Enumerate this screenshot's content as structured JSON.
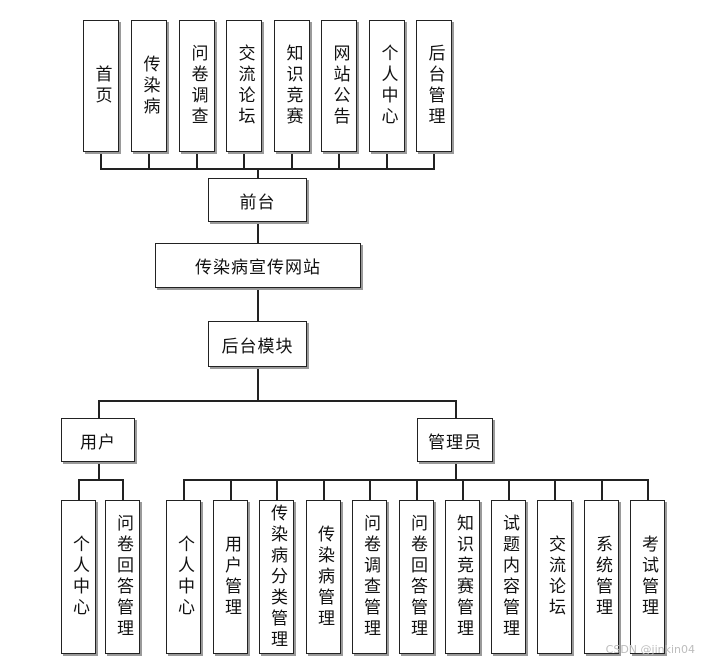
{
  "top_items": [
    {
      "label": "首页"
    },
    {
      "label": "传染病"
    },
    {
      "label": "问卷调查"
    },
    {
      "label": "交流论坛"
    },
    {
      "label": "知识竞赛"
    },
    {
      "label": "网站公告"
    },
    {
      "label": "个人中心"
    },
    {
      "label": "后台管理"
    }
  ],
  "frontend_node": "前台",
  "root_node": "传染病宣传网站",
  "backend_node": "后台模块",
  "user_node": "用户",
  "admin_node": "管理员",
  "user_items": [
    {
      "label": "个人中心"
    },
    {
      "label": "问卷回答管理"
    }
  ],
  "admin_items": [
    {
      "label": "个人中心"
    },
    {
      "label": "用户管理"
    },
    {
      "label": "传染病分类管理"
    },
    {
      "label": "传染病管理"
    },
    {
      "label": "问卷调查管理"
    },
    {
      "label": "问卷回答管理"
    },
    {
      "label": "知识竞赛管理"
    },
    {
      "label": "试题内容管理"
    },
    {
      "label": "交流论坛"
    },
    {
      "label": "系统管理"
    },
    {
      "label": "考试管理"
    }
  ],
  "watermark": "CSDN @jinkin04"
}
